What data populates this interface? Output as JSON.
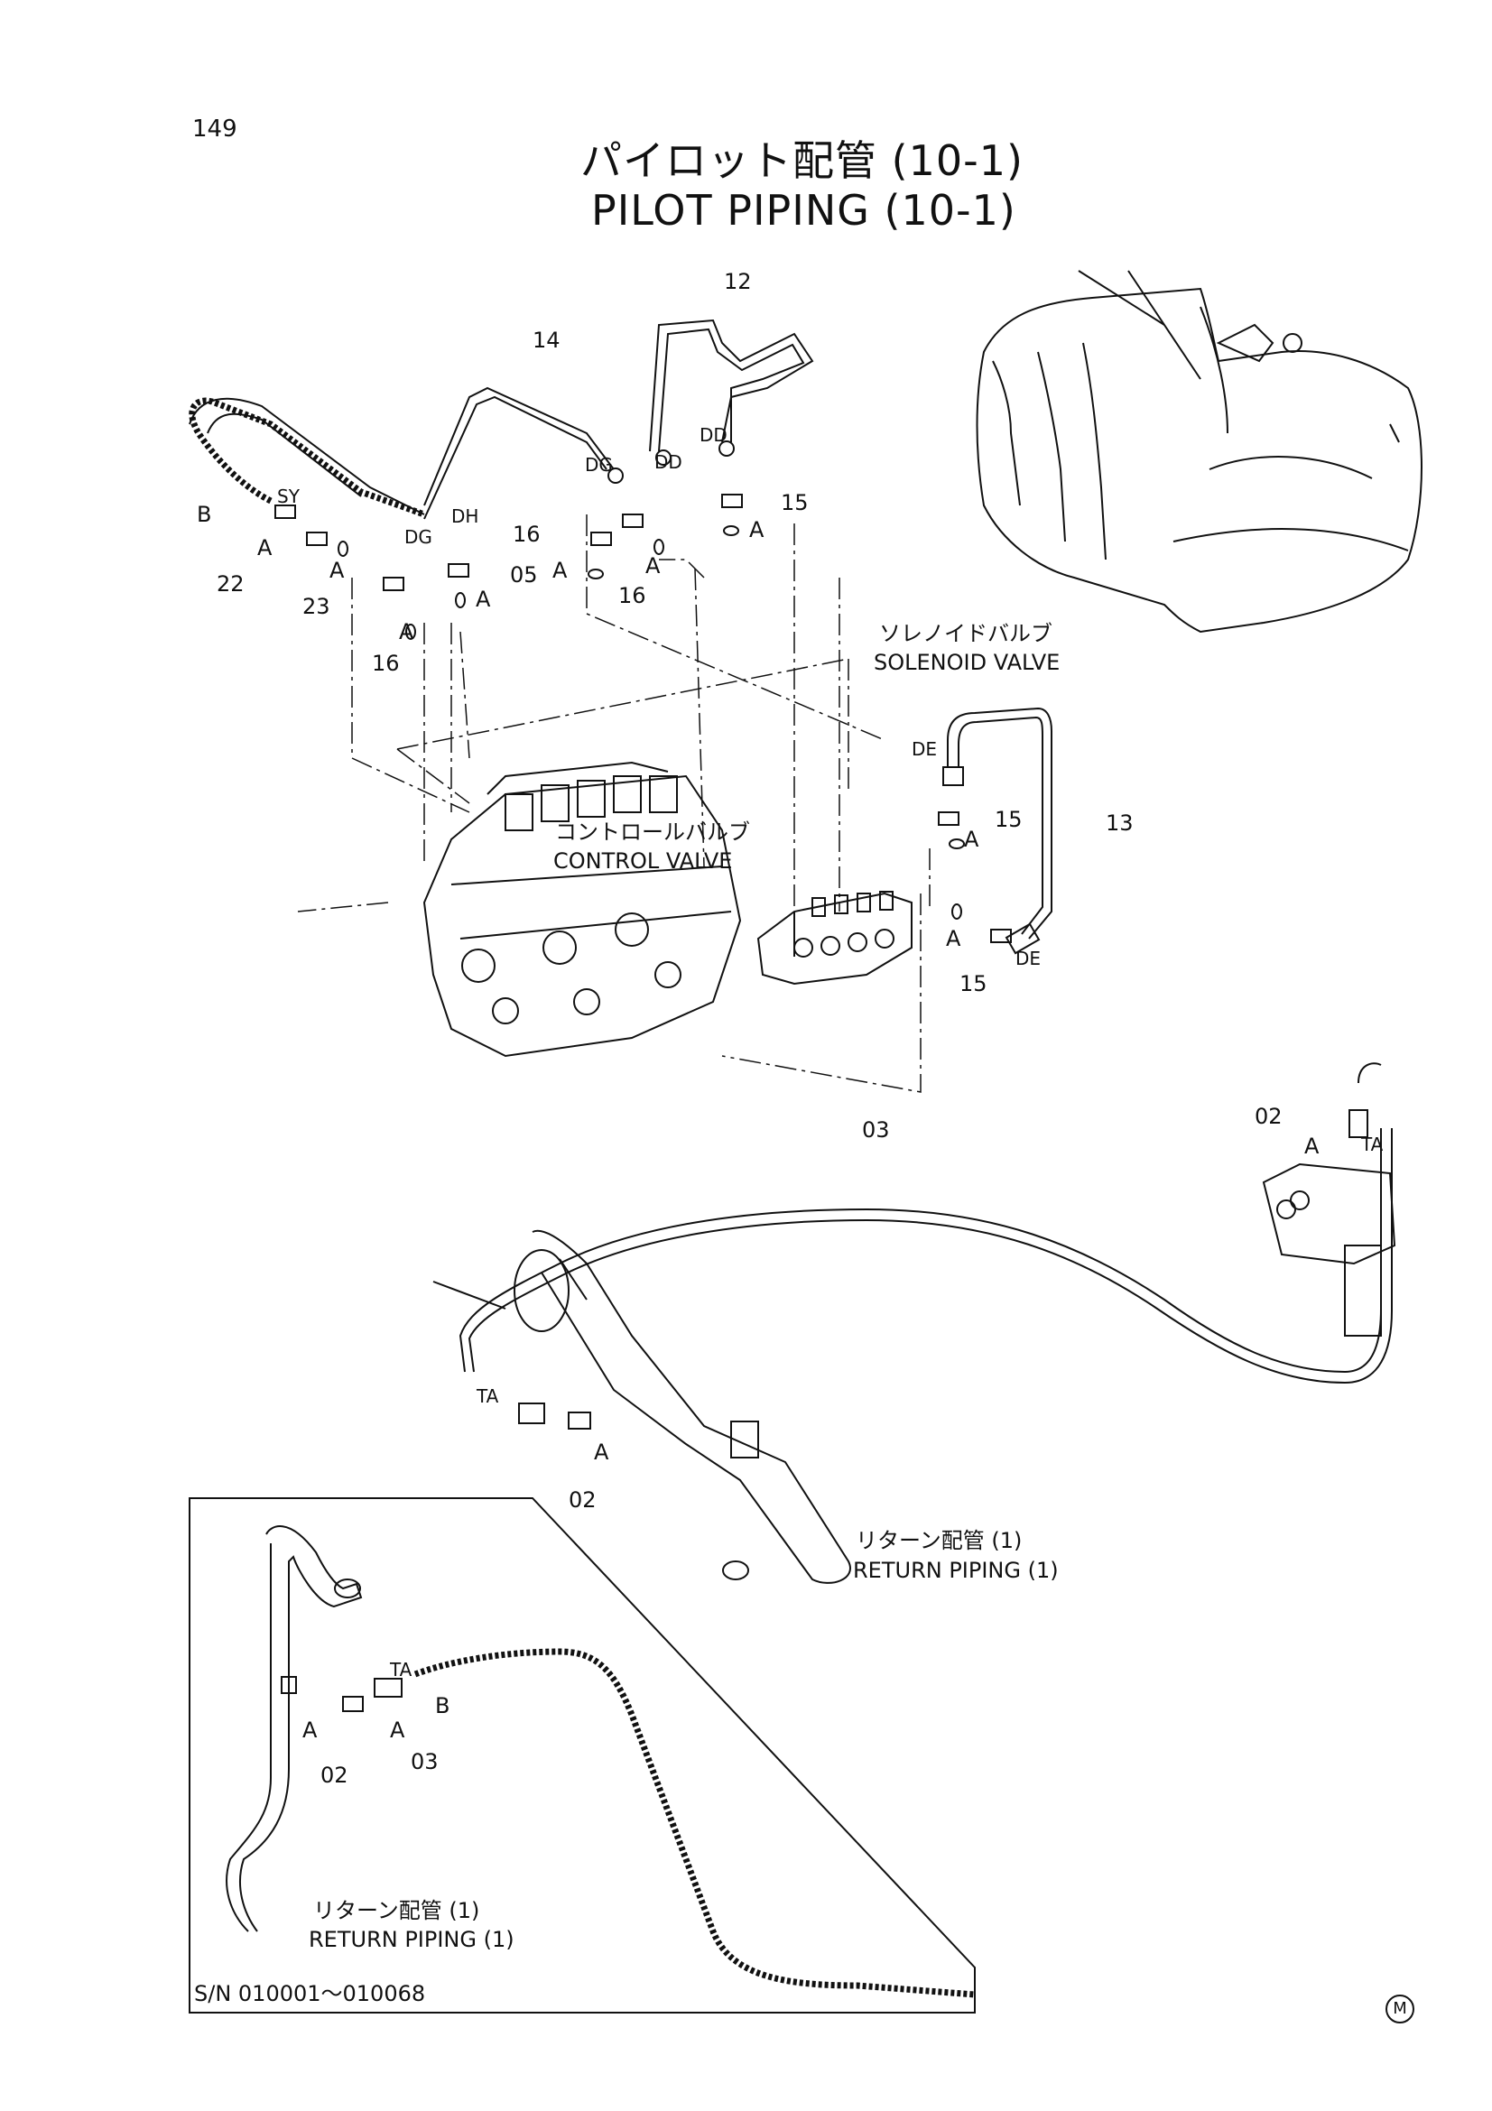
{
  "page_number": "149",
  "title_jp": "パイロット配管 (10-1)",
  "title_en": "PILOT PIPING (10-1)",
  "components": {
    "solenoid_jp": "ソレノイドバルブ",
    "solenoid_en": "SOLENOID VALVE",
    "control_jp": "コントロールバルブ",
    "control_en": "CONTROL VALVE",
    "return_jp": "リターン配管 (1)",
    "return_en": "RETURN  PIPING (1)"
  },
  "part_numbers": [
    "12",
    "14",
    "15",
    "16",
    "05",
    "22",
    "23",
    "13",
    "03",
    "02"
  ],
  "callouts": [
    "DD",
    "DG",
    "DH",
    "SY",
    "DE",
    "TA",
    "A",
    "B"
  ],
  "inset": {
    "return_jp": "リターン配管 (1)",
    "return_en": "RETURN  PIPING (1)",
    "serial": "S/N  010001～010068",
    "parts": [
      "02",
      "03"
    ],
    "callouts": [
      "TA",
      "A",
      "B"
    ]
  },
  "mark": "M"
}
